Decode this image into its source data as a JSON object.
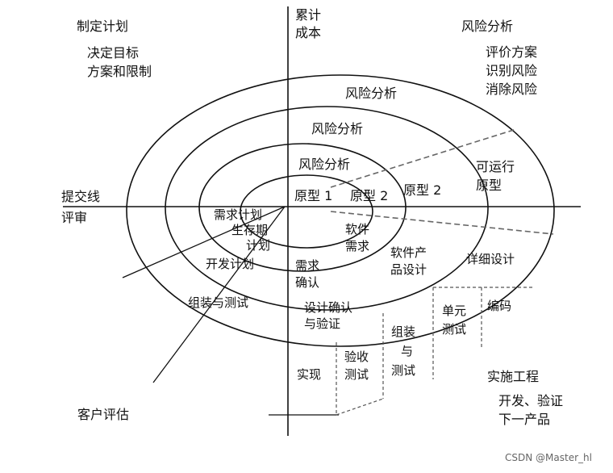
{
  "quadrants": {
    "top_left": {
      "title": "制定计划",
      "lines": [
        "决定目标",
        "方案和限制"
      ]
    },
    "top_right": {
      "title": "风险分析",
      "lines": [
        "评价方案",
        "识别风险",
        "消除风险"
      ]
    },
    "bottom_right": {
      "title": "实施工程",
      "lines": [
        "开发、验证",
        "下一产品"
      ]
    },
    "bottom_left": {
      "title": "客户评估"
    }
  },
  "axes": {
    "vertical_label": [
      "累计",
      "成本"
    ],
    "horizontal_label": [
      "提交线",
      "评审"
    ]
  },
  "risk_analysis": [
    "风险分析",
    "风险分析",
    "风险分析"
  ],
  "prototypes": [
    "原型 1",
    "原型 2",
    "原型 2"
  ],
  "operational_prototype": [
    "可运行",
    "原型"
  ],
  "plans": {
    "requirements_plan": [
      "需求计划",
      "生存期",
      "计划"
    ],
    "development_plan": "开发计划",
    "integration_test": "组装与测试"
  },
  "engineering": {
    "software_requirements": [
      "软件",
      "需求"
    ],
    "requirements_confirm": [
      "需求",
      "确认"
    ],
    "software_product_design": [
      "软件产",
      "品设计"
    ],
    "design_confirm": [
      "设计确认",
      "与验证"
    ],
    "detailed_design": "详细设计",
    "implementation": "实现",
    "acceptance_test": [
      "验收",
      "测试"
    ],
    "assembly_test": [
      "组装",
      "与",
      "测试"
    ],
    "unit_test": [
      "单元",
      "测试"
    ],
    "coding": "编码"
  },
  "watermark": "CSDN @Master_hl"
}
